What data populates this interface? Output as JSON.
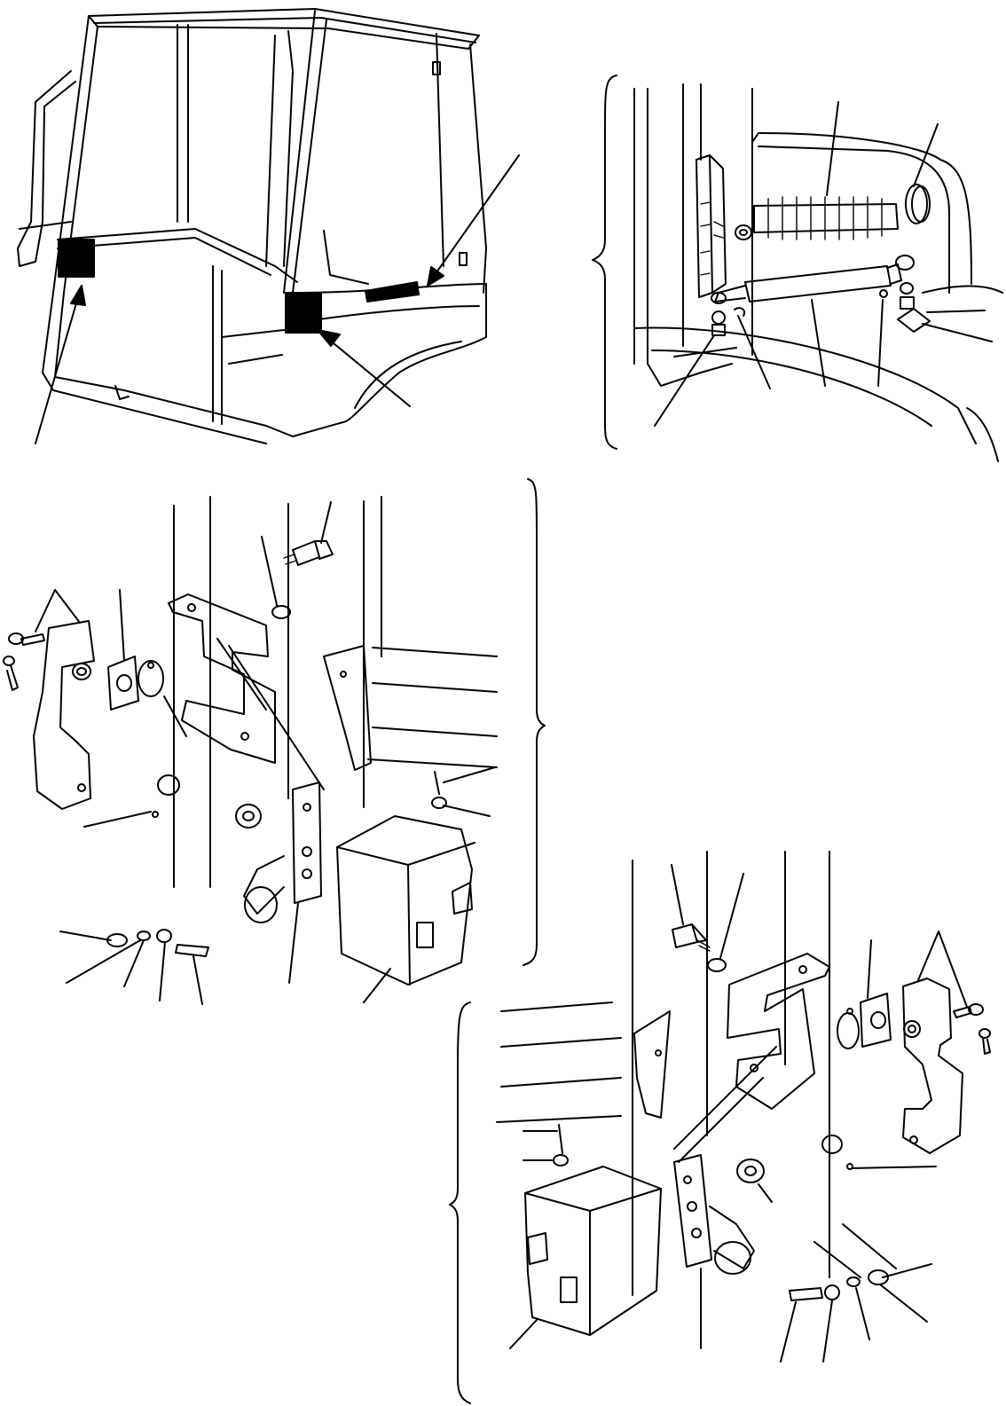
{
  "figure": {
    "views": [
      "cab-overview",
      "hinge-gas-strut-detail",
      "left-door-lock-exploded",
      "right-door-lock-exploded"
    ],
    "colors": {
      "ink": "#000000",
      "paper": "#ffffff"
    }
  }
}
